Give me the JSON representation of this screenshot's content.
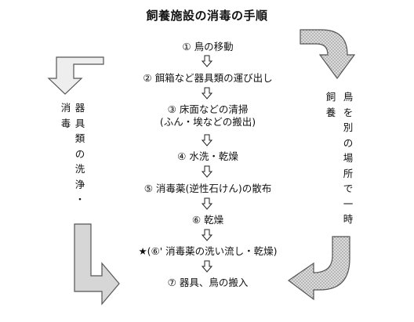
{
  "title": "飼養施設の消毒の手順",
  "steps": [
    {
      "text": "①  鳥の移動"
    },
    {
      "text": "②  餌箱など器具類の運び出し"
    },
    {
      "text": "③  床面などの清掃",
      "line2": "(ふん・埃などの搬出)"
    },
    {
      "text": "④  水洗・乾燥"
    },
    {
      "text": "⑤  消毒薬(逆性石けん)の散布"
    },
    {
      "text": "⑥  乾燥"
    },
    {
      "text": "★(⑥'  消毒薬の洗い流し・乾燥)"
    },
    {
      "text": "⑦  器具、鳥の搬入"
    }
  ],
  "left_note": {
    "col1": "消\n毒",
    "col2": "器\n具\n類\nの\n洗\n浄\n・"
  },
  "right_note": {
    "col1": "飼\n養",
    "col2": "鳥\nを\n別\nの\n場\n所\nで\n一\n時"
  },
  "colors": {
    "arrow_fill": "#c8c8c8",
    "arrow_stroke": "#555555",
    "text": "#111111"
  }
}
